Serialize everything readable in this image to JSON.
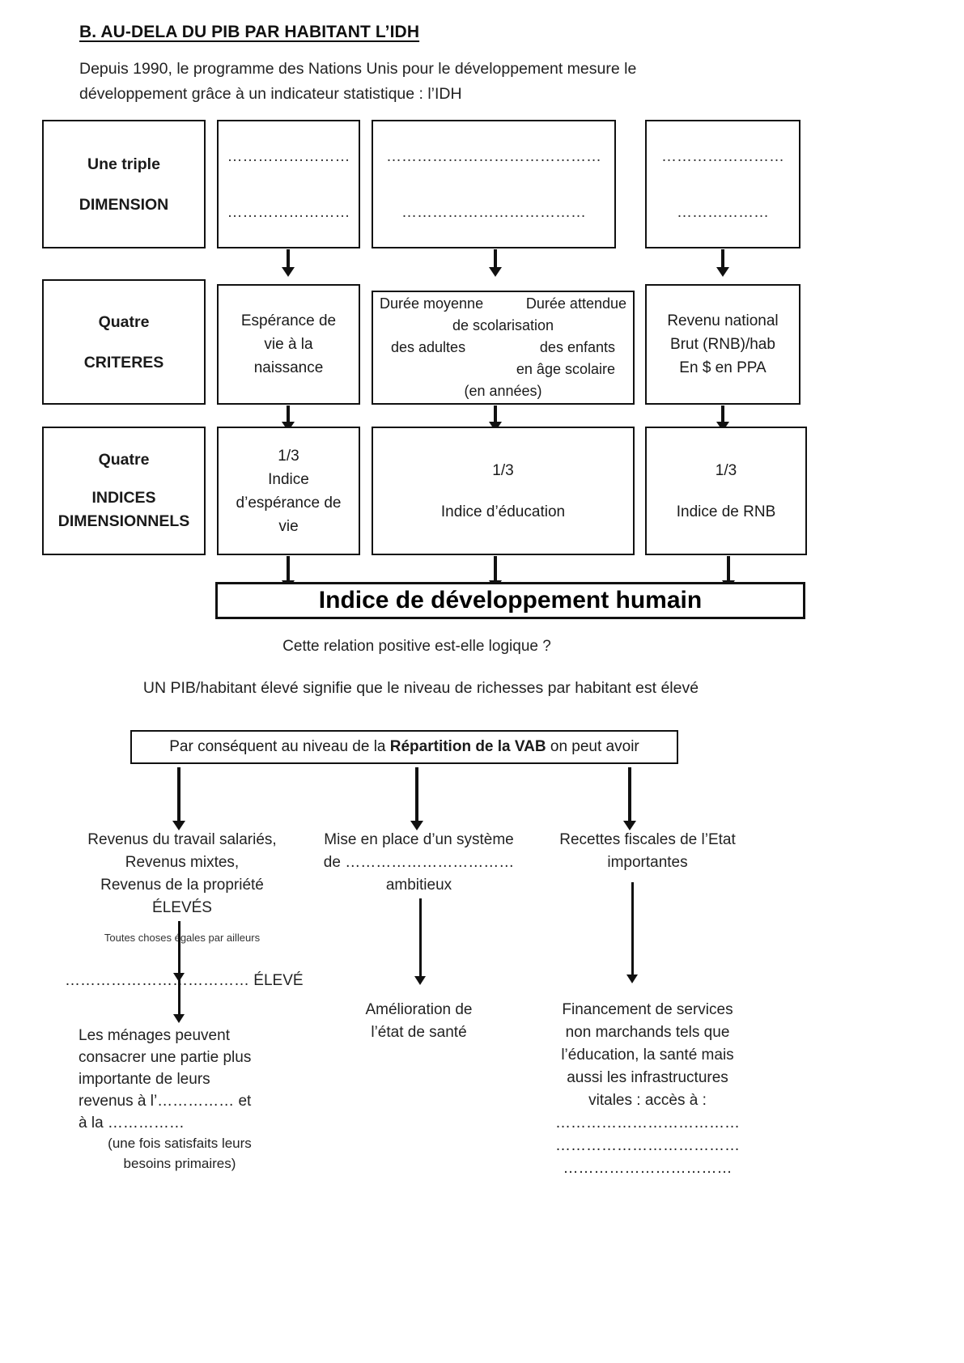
{
  "header": {
    "title": "B. AU-DELA DU PIB PAR HABITANT L’IDH",
    "intro_line1": "Depuis 1990, le programme des Nations Unis pour le développement mesure le",
    "intro_line2": "développement grâce à un indicateur statistique : l’IDH"
  },
  "diagram": {
    "rows": [
      {
        "label_line1": "Une triple",
        "label_line2": "DIMENSION",
        "cells": [
          {
            "dots1": "……………………",
            "dots2": "……………………"
          },
          {
            "dots1": "……………………………………",
            "dots2": "………………………………"
          },
          {
            "dots1": "……………………",
            "dots2": "………………"
          }
        ]
      },
      {
        "label_line1": "Quatre",
        "label_line2": "CRITERES",
        "cells": [
          {
            "text": "Espérance de\nvie à la\nnaissance"
          },
          {
            "col_a_l1": "Durée moyenne",
            "col_b_l1": "Durée attendue",
            "shared_l2": "de scolarisation",
            "col_a_l3": "des adultes",
            "col_b_l3": "des enfants",
            "col_b_l4": "en âge scolaire",
            "shared_l5": "(en années)"
          },
          {
            "text": "Revenu national\nBrut (RNB)/hab\nEn $ en PPA"
          }
        ]
      },
      {
        "label_line1": "Quatre",
        "label_line2": "INDICES",
        "label_line3": "DIMENSIONNELS",
        "cells": [
          {
            "fraction": "1/3",
            "text": "Indice\nd’espérance de\nvie"
          },
          {
            "fraction": "1/3",
            "text": "Indice d’éducation"
          },
          {
            "fraction": "1/3",
            "text": "Indice de RNB"
          }
        ]
      }
    ],
    "result_banner": "Indice de développement humain"
  },
  "middle": {
    "question": "Cette relation positive est-elle logique ?",
    "statement": "UN PIB/habitant élevé signifie que le niveau de richesses par habitant est élevé",
    "vab_prefix": "Par conséquent au niveau de la ",
    "vab_bold": "Répartition de la VAB",
    "vab_suffix": " on peut avoir"
  },
  "columns": [
    {
      "id": "revenus",
      "head_lines": "Revenus du travail salariés,\nRevenus mixtes,\nRevenus de la propriété\nÉLEVÉS",
      "note": "Toutes choses égales par ailleurs",
      "mid_dots": "………………………………",
      "mid_word": " ÉLEVÉ",
      "body_l1": "Les   ménages   peuvent",
      "body_l2": "consacrer une partie plus",
      "body_l3": "importante    de    leurs",
      "body_l4_a": "revenus à l’",
      "body_l4_dots": "……………",
      "body_l4_b": " et",
      "body_l5_a": "à la ",
      "body_l5_dots": "……………",
      "footnote_l1": "(une fois satisfaits leurs",
      "footnote_l2": "besoins primaires)"
    },
    {
      "id": "systeme",
      "head_l1": "Mise en place d’un système",
      "head_l2_a": "de ",
      "head_l2_dots": "……………………………",
      "head_l3": "ambitieux",
      "tail_l1": "Amélioration de",
      "tail_l2": "l’état de santé"
    },
    {
      "id": "recettes",
      "head_l1": "Recettes fiscales de l’Etat",
      "head_l2": "importantes",
      "tail_l1": "Financement de services",
      "tail_l2": "non marchands tels que",
      "tail_l3": "l’éducation, la santé mais",
      "tail_l4": "aussi les infrastructures",
      "tail_l5": "vitales : accès à :",
      "blank1": "………………………………",
      "blank2": "………………………………",
      "blank3": "……………………………"
    }
  ]
}
